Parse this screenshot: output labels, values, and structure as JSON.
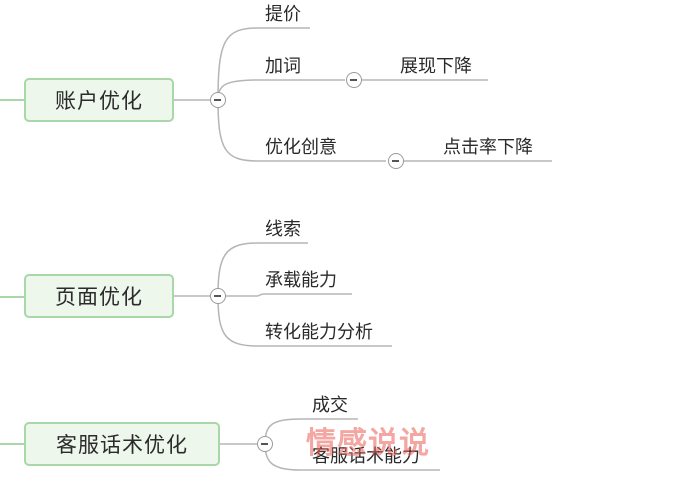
{
  "colors": {
    "node_border": "#a8d7a8",
    "node_fill": "#eef7ec",
    "line": "#b5b5b5",
    "watermark": "#eb5f55"
  },
  "branches": [
    {
      "label": "账户优化",
      "children": [
        {
          "label": "提价"
        },
        {
          "label": "加词",
          "child": "展现下降"
        },
        {
          "label": "优化创意",
          "child": "点击率下降"
        }
      ]
    },
    {
      "label": "页面优化",
      "children": [
        {
          "label": "线索"
        },
        {
          "label": "承载能力"
        },
        {
          "label": "转化能力分析"
        }
      ]
    },
    {
      "label": "客服话术优化",
      "children": [
        {
          "label": "成交"
        },
        {
          "label": "客服话术能力"
        }
      ]
    }
  ],
  "watermark": "情感说说"
}
